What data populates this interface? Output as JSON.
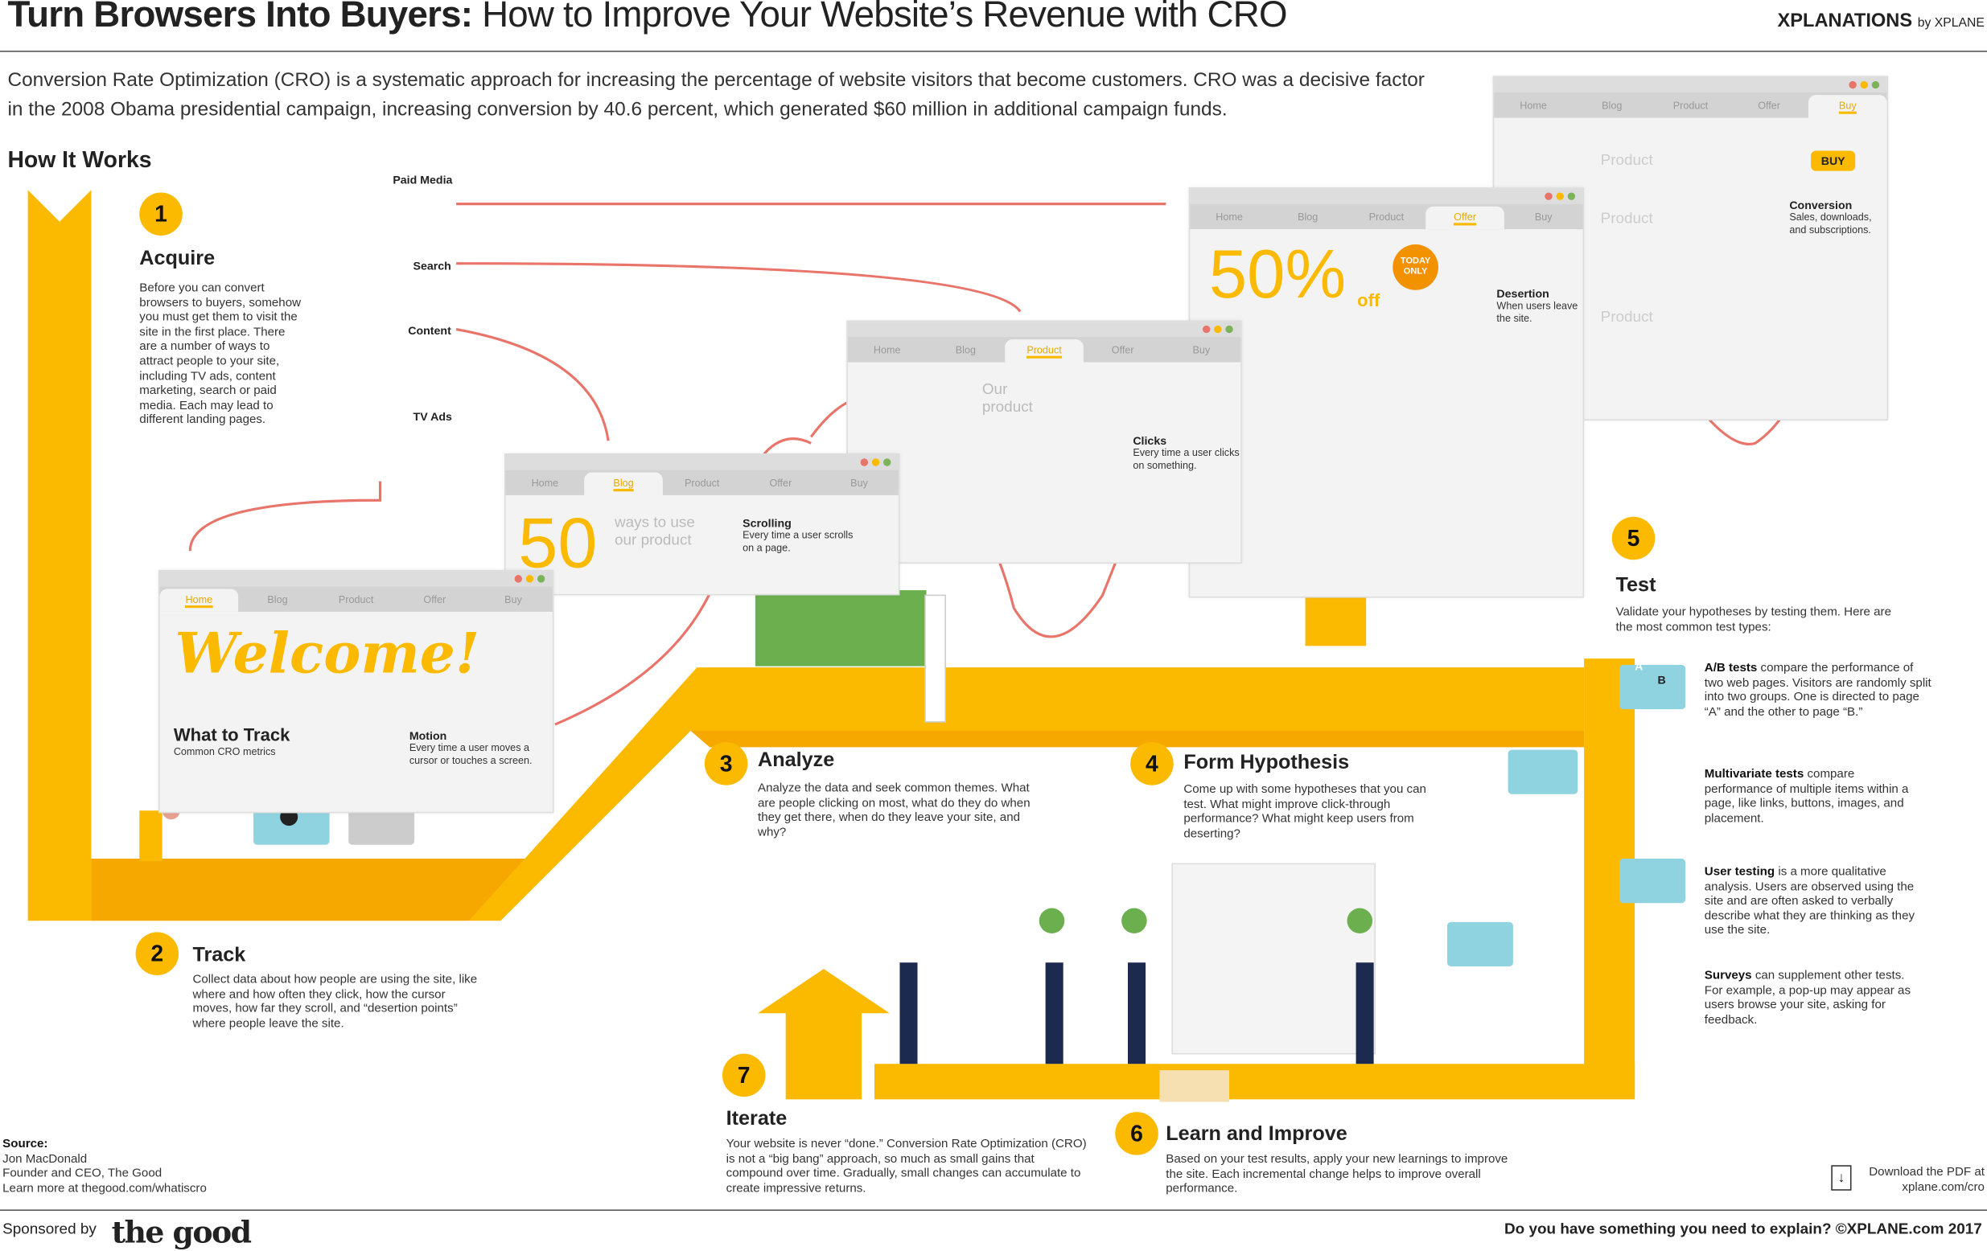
{
  "header": {
    "title_bold": "Turn Browsers Into Buyers:",
    "title_rest": "How to Improve Your Website’s Revenue with CRO",
    "logo": "XPLANATIONS",
    "logo_by": "by XPLANE"
  },
  "intro": "Conversion Rate Optimization (CRO) is a systematic approach for increasing the percentage of website visitors that become customers. CRO was a decisive factor in the 2008 Obama presidential campaign, increasing conversion by 40.6 percent, which generated $60 million in additional campaign funds.",
  "section_title": "How It Works",
  "browser_tabs": [
    "Home",
    "Blog",
    "Product",
    "Offer",
    "Buy"
  ],
  "windows": {
    "home": {
      "headline": "Welcome!"
    },
    "blog": {
      "big": "50",
      "text": "ways to use our product"
    },
    "product": {
      "text": "Our product"
    },
    "offer": {
      "big": "50%",
      "off": "off",
      "badge": "TODAY ONLY"
    },
    "buy": {
      "items": [
        "Product",
        "Product",
        "Product"
      ],
      "button": "BUY"
    }
  },
  "channels": [
    "Paid Media",
    "Search",
    "Content",
    "TV Ads"
  ],
  "metrics": {
    "title": "What to Track",
    "subtitle": "Common CRO metrics",
    "motion": {
      "label": "Motion",
      "desc": "Every time a user moves a cursor or touches a screen."
    },
    "scrolling": {
      "label": "Scrolling",
      "desc": "Every time a user scrolls on a page."
    },
    "clicks": {
      "label": "Clicks",
      "desc": "Every time a user clicks on something."
    },
    "desertion": {
      "label": "Desertion",
      "desc": "When users leave the site."
    },
    "conversion": {
      "label": "Conversion",
      "desc": "Sales, downloads, and subscriptions."
    }
  },
  "steps": [
    {
      "num": "1",
      "title": "Acquire",
      "body": "Before you can convert browsers to buyers, somehow you must get them to visit the site in the first place. There are a number of ways to attract people to your site, including TV ads, content marketing, search or paid media. Each may lead to different landing pages."
    },
    {
      "num": "2",
      "title": "Track",
      "body": "Collect data about how people are using the site, like where and how often they click, how the cursor moves, how far they scroll, and “desertion points” where people leave the site."
    },
    {
      "num": "3",
      "title": "Analyze",
      "body": "Analyze the data and seek common themes. What are people clicking on most, what do they do when they get there, when do they leave your site, and why?"
    },
    {
      "num": "4",
      "title": "Form Hypothesis",
      "body": "Come up with some hypotheses that you can test. What might improve click-through performance? What might keep users from deserting?"
    },
    {
      "num": "5",
      "title": "Test",
      "body": "Validate your hypotheses by testing them. Here are the most common test types:"
    },
    {
      "num": "6",
      "title": "Learn and Improve",
      "body": "Based on your test results, apply your new learnings to improve the site. Each incremental change helps to improve overall performance."
    },
    {
      "num": "7",
      "title": "Iterate",
      "body": "Your website is never “done.” Conversion Rate Optimization (CRO) is not a “big bang” approach, so much as small gains that compound over time. Gradually, small changes can accumulate to create impressive returns."
    }
  ],
  "tests": [
    {
      "name": "A/B tests",
      "desc": "compare the performance of two web pages. Visitors are randomly split into two groups. One is directed to page “A” and the other to page “B.”"
    },
    {
      "name": "Multivariate tests",
      "desc": "compare performance of multiple items within a page, like links, buttons, images, and placement."
    },
    {
      "name": "User testing",
      "desc": "is a more qualitative analysis. Users are observed using the site and are often asked to verbally describe what they are thinking as they use the site."
    },
    {
      "name": "Surveys",
      "desc": "can supplement other tests. For example, a pop-up may appear as users browse your site, asking for feedback."
    }
  ],
  "ab_labels": [
    "A",
    "B"
  ],
  "source": {
    "label": "Source:",
    "lines": [
      "Jon MacDonald",
      "Founder and CEO, The Good",
      "Learn more at thegood.com/whatiscro"
    ]
  },
  "download": {
    "line1": "Download the PDF at",
    "line2": "xplane.com/cro"
  },
  "footer": {
    "sponsored": "Sponsored by",
    "sponsor": "the good",
    "tagline": "Do you have something you need to explain? ©XPLANE.com 2017"
  },
  "colors": {
    "yellow": "#FBBA00",
    "orange": "#F39200",
    "red_line": "#E8746A",
    "dark": "#222222"
  }
}
